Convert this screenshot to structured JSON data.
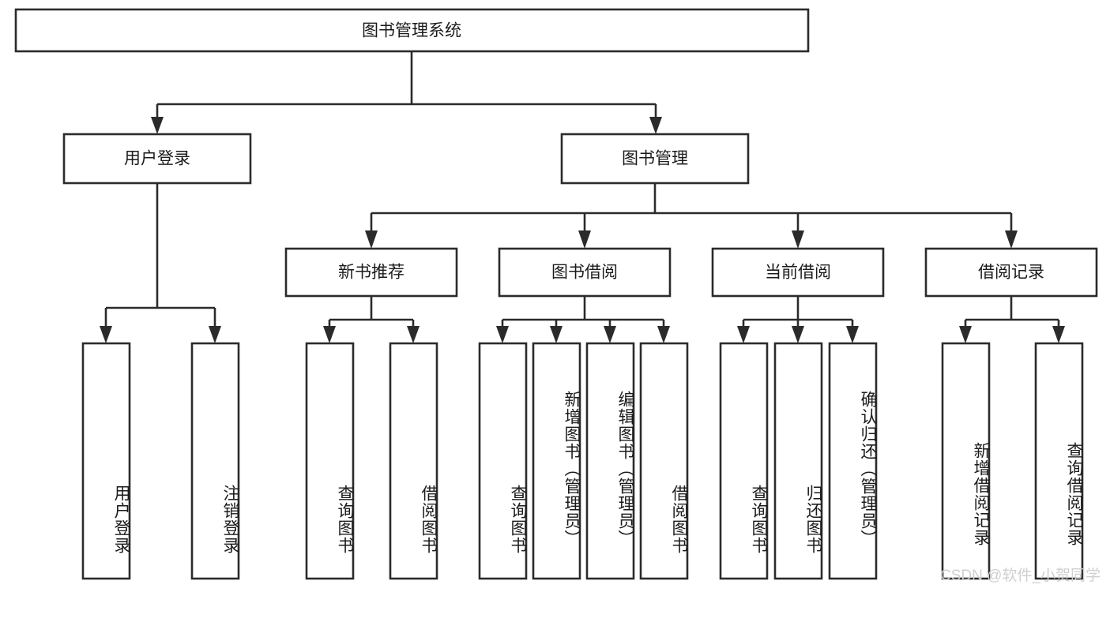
{
  "diagram": {
    "type": "tree-hierarchy",
    "title": "图书管理系统",
    "watermark": "CSDN @软件_小贺同学",
    "colors": {
      "box_stroke": "#2b2b2b",
      "box_fill": "#ffffff",
      "text": "#1b1b1b",
      "background": "#ffffff",
      "watermark": "#cfcfcf"
    },
    "levels": {
      "root": {
        "label": "图书管理系统"
      },
      "level2": [
        {
          "label": "用户登录"
        },
        {
          "label": "图书管理"
        }
      ],
      "level3": [
        {
          "label": "新书推荐"
        },
        {
          "label": "图书借阅"
        },
        {
          "label": "当前借阅"
        },
        {
          "label": "借阅记录"
        }
      ],
      "leaves": [
        {
          "label": "用户登录"
        },
        {
          "label": "注销登录"
        },
        {
          "label": "查询图书"
        },
        {
          "label": "借阅图书"
        },
        {
          "label": "查询图书"
        },
        {
          "label": "新增图书（管理员）"
        },
        {
          "label": "编辑图书（管理员）"
        },
        {
          "label": "借阅图书"
        },
        {
          "label": "查询图书"
        },
        {
          "label": "归还图书"
        },
        {
          "label": "确认归还（管理员）"
        },
        {
          "label": "新增借阅记录"
        },
        {
          "label": "查询借阅记录"
        }
      ]
    },
    "edges": [
      {
        "from": "图书管理系统",
        "to": "用户登录"
      },
      {
        "from": "图书管理系统",
        "to": "图书管理"
      },
      {
        "from": "用户登录",
        "to": "用户登录"
      },
      {
        "from": "用户登录",
        "to": "注销登录"
      },
      {
        "from": "图书管理",
        "to": "新书推荐"
      },
      {
        "from": "图书管理",
        "to": "图书借阅"
      },
      {
        "from": "图书管理",
        "to": "当前借阅"
      },
      {
        "from": "图书管理",
        "to": "借阅记录"
      },
      {
        "from": "新书推荐",
        "to": "查询图书"
      },
      {
        "from": "新书推荐",
        "to": "借阅图书"
      },
      {
        "from": "图书借阅",
        "to": "查询图书"
      },
      {
        "from": "图书借阅",
        "to": "新增图书（管理员）"
      },
      {
        "from": "图书借阅",
        "to": "编辑图书（管理员）"
      },
      {
        "from": "图书借阅",
        "to": "借阅图书"
      },
      {
        "from": "当前借阅",
        "to": "查询图书"
      },
      {
        "from": "当前借阅",
        "to": "归还图书"
      },
      {
        "from": "当前借阅",
        "to": "确认归还（管理员）"
      },
      {
        "from": "借阅记录",
        "to": "新增借阅记录"
      },
      {
        "from": "借阅记录",
        "to": "查询借阅记录"
      }
    ]
  }
}
